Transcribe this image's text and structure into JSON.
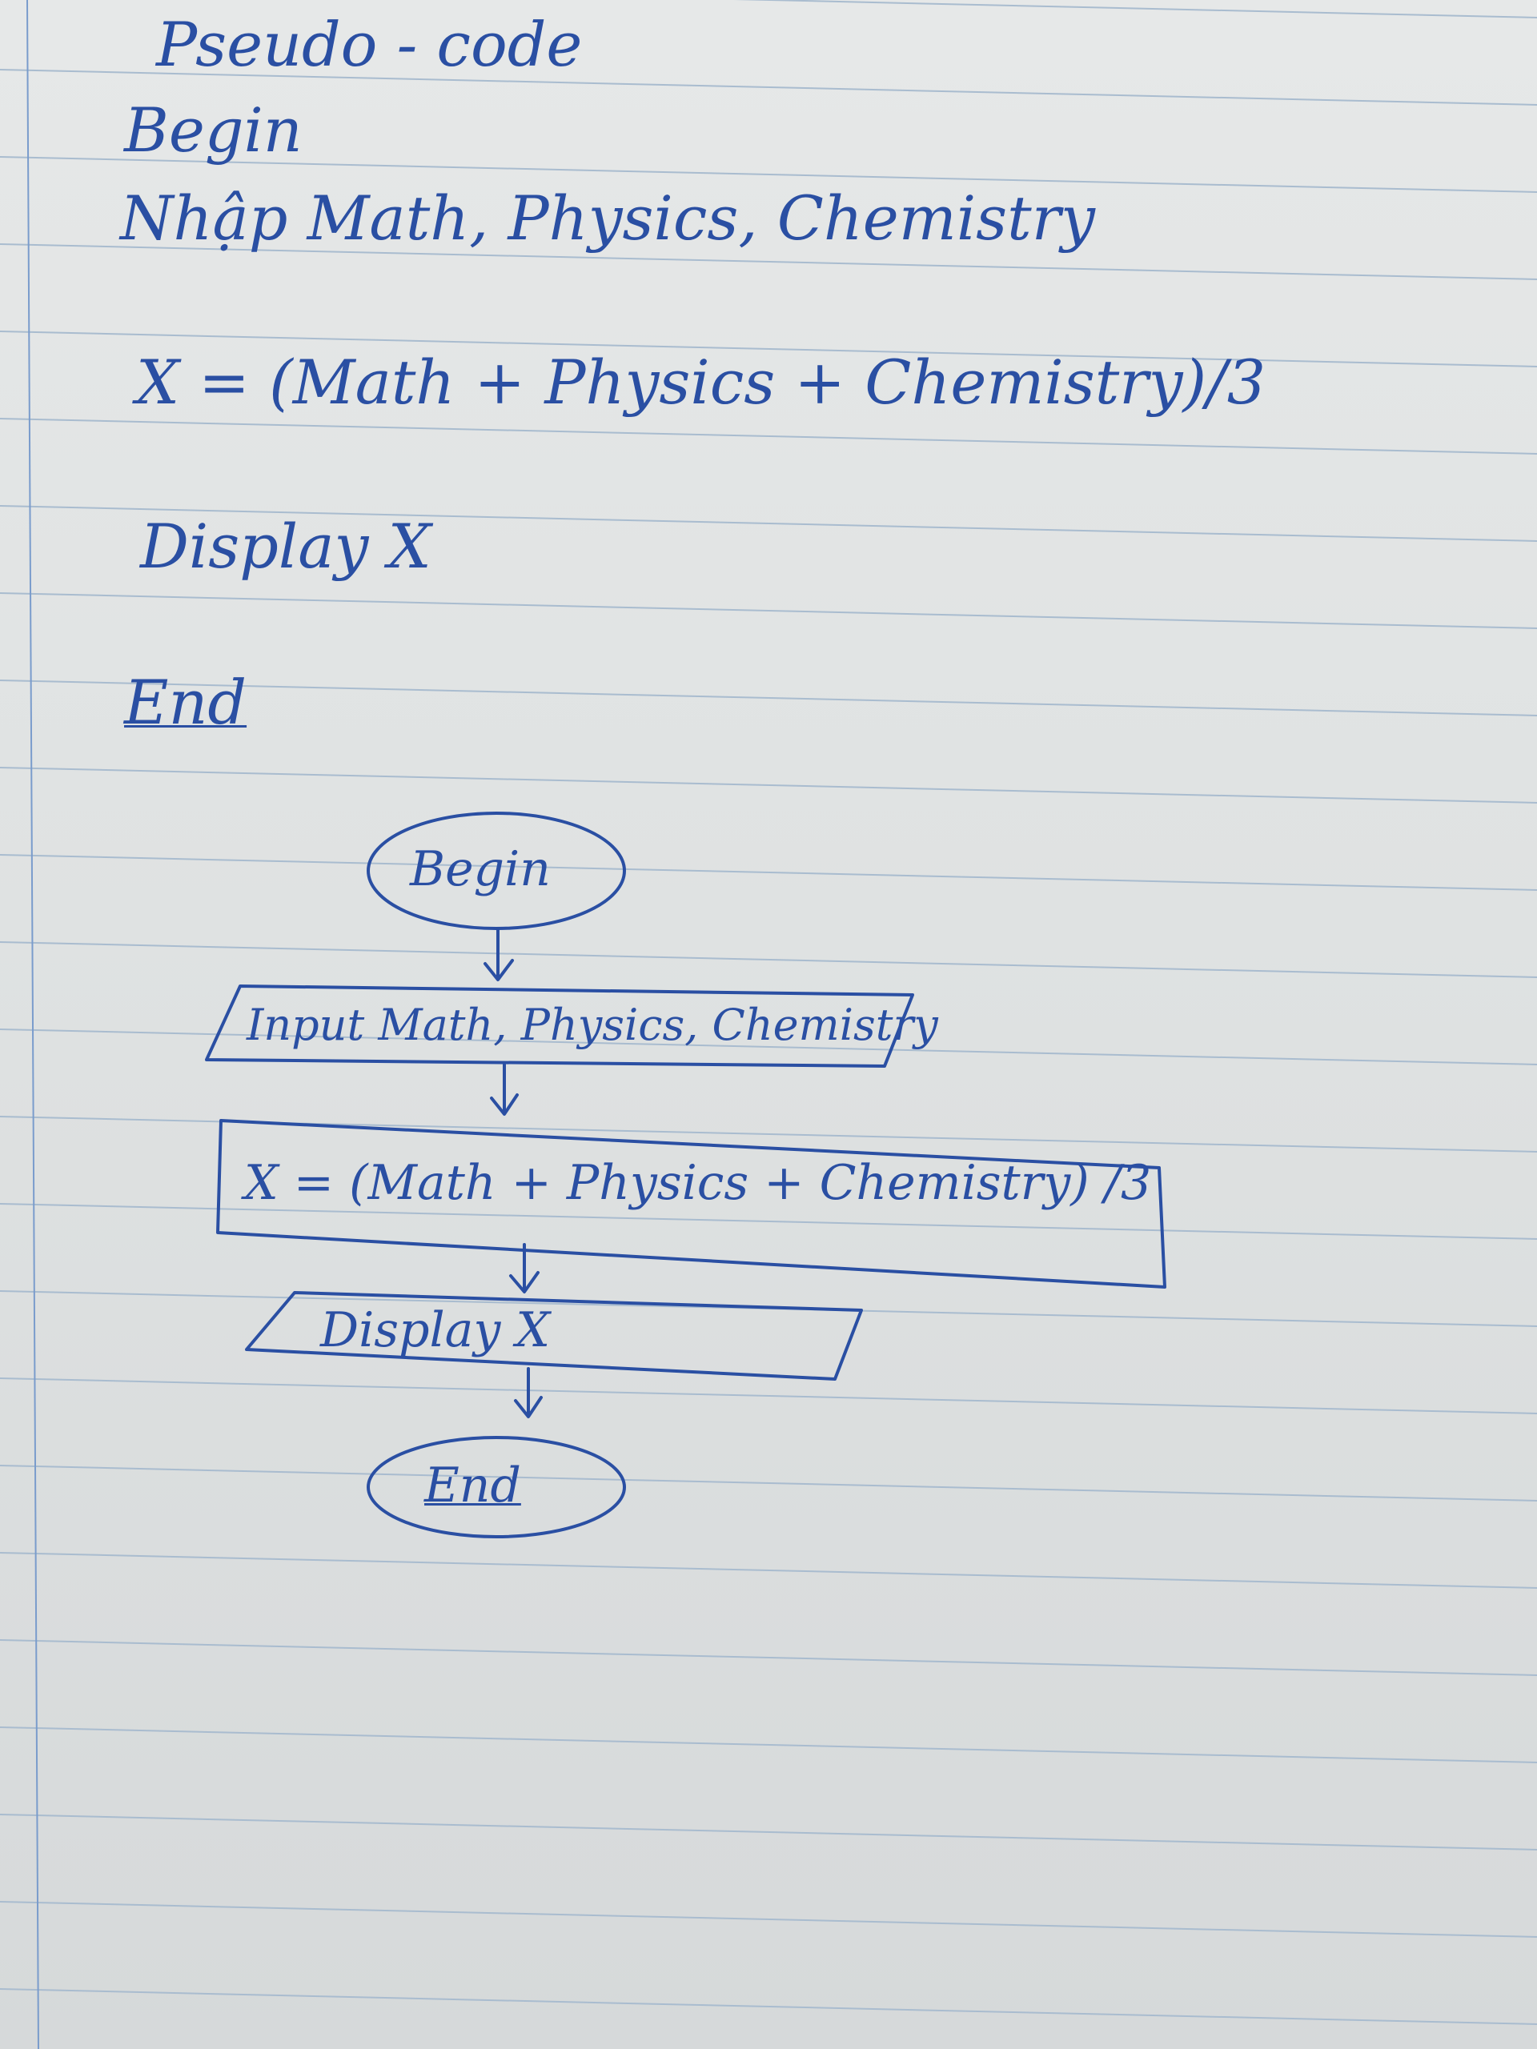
{
  "pseudocode": {
    "title": "Pseudo - code",
    "lines": [
      "Begin",
      "Nhập Math, Physics, Chemistry",
      "X = (Math + Physics + Chemistry)/3",
      "Display X",
      "End"
    ]
  },
  "flowchart": {
    "begin": "Begin",
    "input": "Input Math, Physics, Chemistry",
    "process": "X = (Math + Physics + Chemistry) /3",
    "output": "Display X",
    "end": "End"
  },
  "colors": {
    "ink": "#2a4fa3",
    "rule_line": "#9fb6cc",
    "margin_line": "#7a9ccc",
    "paper": "#e2e5e5"
  }
}
